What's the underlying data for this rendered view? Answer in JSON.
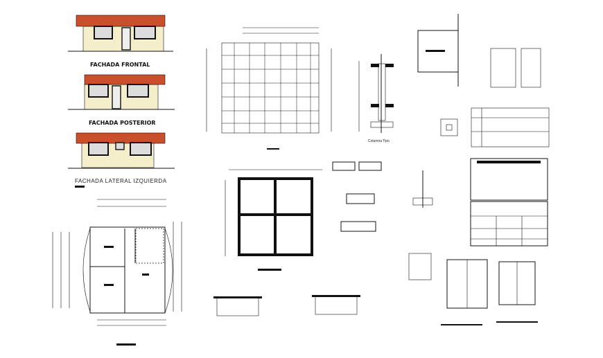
{
  "sheet": {
    "facades": [
      {
        "label": "FACHADA FRONTAL"
      },
      {
        "label": "FACHADA POSTERIOR"
      },
      {
        "label": "FACHADA LATERAL IZQUIERDA"
      }
    ],
    "column_detail_label": "Columna Tipo",
    "colors": {
      "roof": "#c9502a",
      "wall": "#f4eecb",
      "line": "#111111",
      "accent": "#d9404a"
    }
  }
}
